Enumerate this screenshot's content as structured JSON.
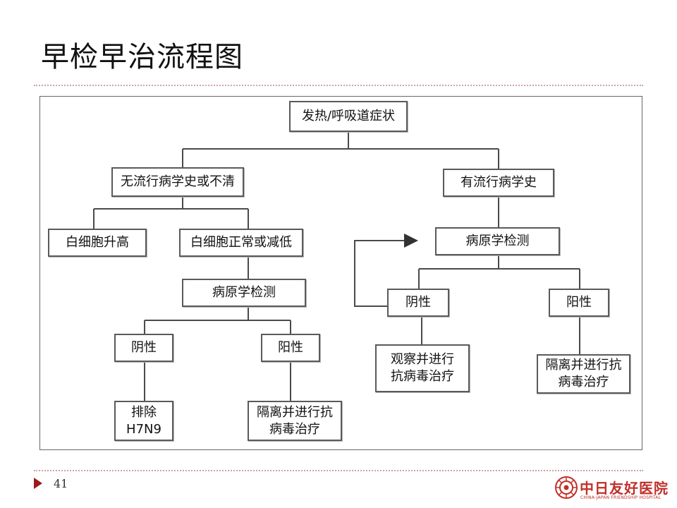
{
  "slide": {
    "title": "早检早治流程图",
    "page_number": "41"
  },
  "flowchart": {
    "root": "发热/呼吸道症状",
    "left_branch": {
      "label": "无流行病学史或不清",
      "wbc_high": "白细胞升高",
      "wbc_normal_low": "白细胞正常或减低",
      "test": "病原学检测",
      "negative": "阴性",
      "positive": "阳性",
      "exclude": "排除\nH7N9",
      "isolate": "隔离并进行抗\n病毒治疗"
    },
    "right_branch": {
      "label": "有流行病学史",
      "test": "病原学检测",
      "negative": "阴性",
      "positive": "阳性",
      "observe": "观察并进行\n抗病毒治疗",
      "isolate": "隔离并进行抗\n病毒治疗"
    }
  },
  "logo": {
    "name_cn": "中日友好医院",
    "name_en": "CHINA-JAPAN FRIENDSHIP HOSPITAL"
  },
  "colors": {
    "accent": "#9b1b1b",
    "logo": "#c0302a",
    "divider": "#c9a4a4",
    "node_border": "#5a5a5a"
  }
}
